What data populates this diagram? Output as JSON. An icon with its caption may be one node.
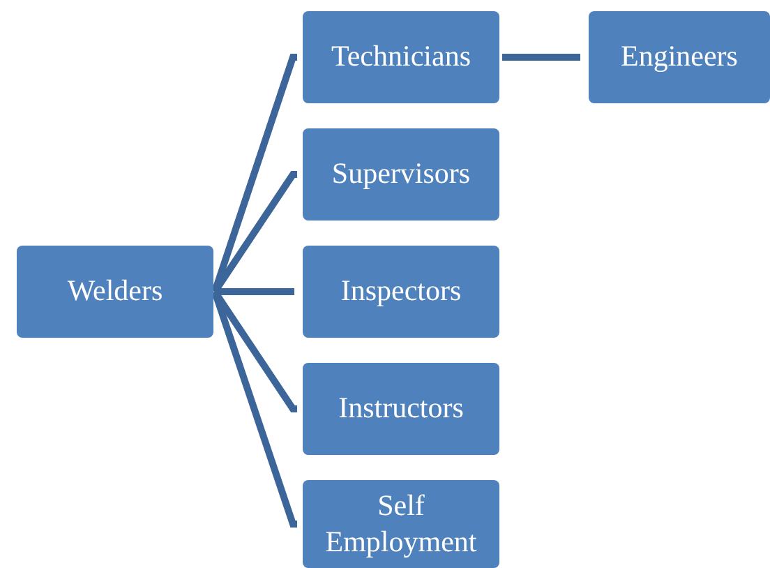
{
  "diagram": {
    "nodes": [
      {
        "text": [
          "Welders"
        ]
      },
      {
        "text": [
          "Technicians"
        ]
      },
      {
        "text": [
          "Engineers"
        ]
      },
      {
        "text": [
          "Supervisors"
        ]
      },
      {
        "text": [
          "Inspectors"
        ]
      },
      {
        "text": [
          "Instructors"
        ]
      },
      {
        "text": [
          "Self Employment"
        ]
      }
    ],
    "edges": [
      {
        "from": 0,
        "to": 1,
        "arrow": "none"
      },
      {
        "from": 1,
        "to": 2,
        "arrow": "none"
      },
      {
        "from": 0,
        "to": 3,
        "arrow": "none"
      },
      {
        "from": 0,
        "to": 4,
        "arrow": "none"
      },
      {
        "from": 0,
        "to": 5,
        "arrow": "none"
      },
      {
        "from": 0,
        "to": 6,
        "arrow": "none"
      }
    ]
  }
}
